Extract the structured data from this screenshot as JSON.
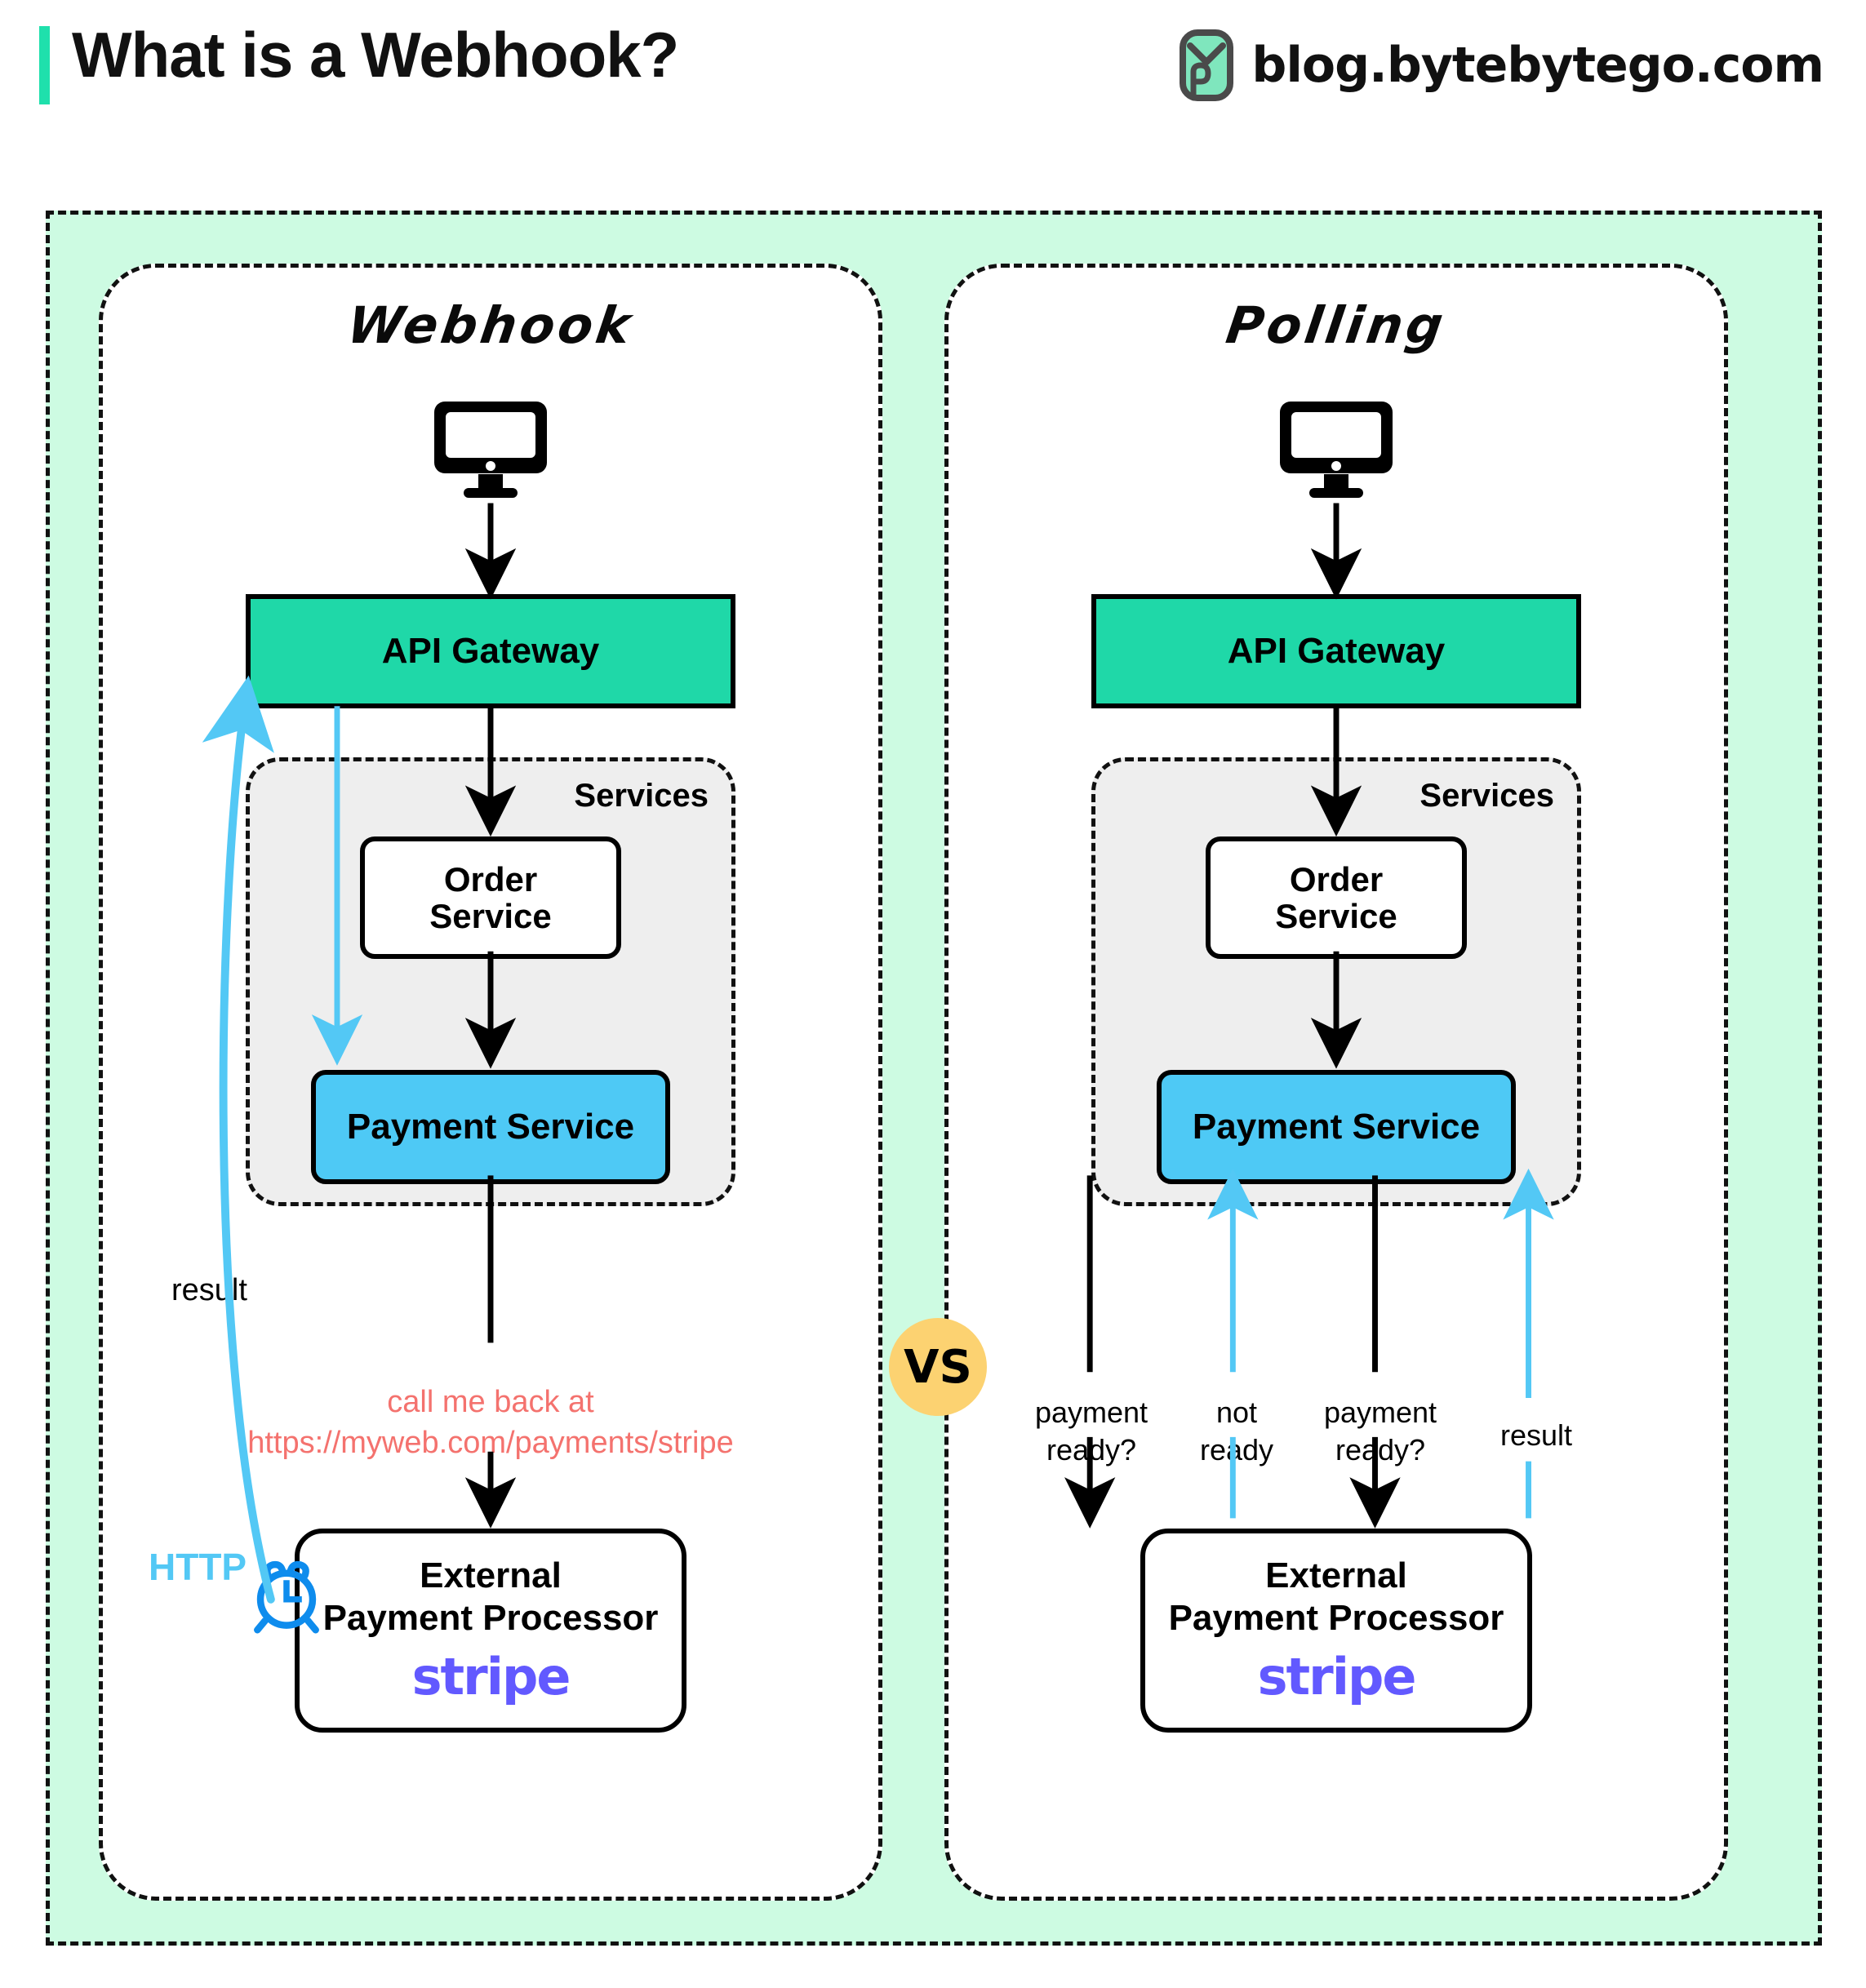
{
  "header": {
    "title": "What is a Webhook?",
    "brand": "blog.bytebytego.com",
    "accent_color": "#1fe0ac",
    "logo_icon": "bytebytego-book-logo"
  },
  "theme": {
    "canvas_bg": "#cdfbe2",
    "gateway_green": "#1fd8a8",
    "payment_blue": "#4ec9f5",
    "services_gray": "#eeeeee",
    "callback_red": "#f4726e",
    "http_blue": "#53c8f5",
    "clock_blue": "#0e8ced",
    "stripe_purple": "#6259ff",
    "vs_yellow": "#fcd271",
    "border_black": "#000000"
  },
  "vs_badge": {
    "label": "VS"
  },
  "panels": [
    {
      "id": "webhook",
      "title": "Webhook",
      "client_icon": "desktop-monitor-icon",
      "gateway": {
        "label": "API Gateway"
      },
      "services": {
        "label": "Services",
        "order": {
          "line1": "Order",
          "line2": "Service"
        },
        "payment": {
          "label": "Payment Service"
        }
      },
      "callback_note": {
        "line1": "call me back at",
        "line2": "https://myweb.com/payments/stripe"
      },
      "processor": {
        "line1": "External",
        "line2": "Payment Processor",
        "vendor": "stripe"
      },
      "annotations": {
        "result": "result",
        "http": "HTTP",
        "clock_icon": "alarm-clock-icon"
      }
    },
    {
      "id": "polling",
      "title": "Polling",
      "client_icon": "desktop-monitor-icon",
      "gateway": {
        "label": "API Gateway"
      },
      "services": {
        "label": "Services",
        "order": {
          "line1": "Order",
          "line2": "Service"
        },
        "payment": {
          "label": "Payment Service"
        }
      },
      "processor": {
        "line1": "External",
        "line2": "Payment Processor",
        "vendor": "stripe"
      },
      "poll_labels": [
        {
          "line1": "payment",
          "line2": "ready?",
          "direction": "down",
          "color": "#000000"
        },
        {
          "line1": "not",
          "line2": "ready",
          "direction": "up",
          "color": "#53c8f5"
        },
        {
          "line1": "payment",
          "line2": "ready?",
          "direction": "down",
          "color": "#000000"
        },
        {
          "line1": "result",
          "line2": "",
          "direction": "up",
          "color": "#53c8f5"
        }
      ]
    }
  ]
}
